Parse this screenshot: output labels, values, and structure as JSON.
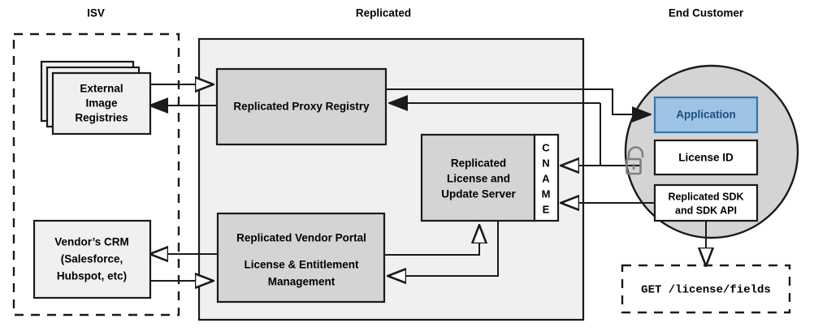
{
  "zones": {
    "isv": {
      "title": "ISV"
    },
    "replicated": {
      "title": "Replicated"
    },
    "end_customer": {
      "title": "End Customer"
    }
  },
  "nodes": {
    "external_image_registries": {
      "line1": "External",
      "line2": "Image",
      "line3": "Registries"
    },
    "vendors_crm": {
      "line1": "Vendor’s CRM",
      "line2": "(Salesforce,",
      "line3": "Hubspot, etc)"
    },
    "proxy_registry": {
      "line1": "Replicated Proxy Registry"
    },
    "license_update_server": {
      "line1": "Replicated",
      "line2": "License and",
      "line3": "Update Server"
    },
    "cname": {
      "letters": [
        "C",
        "N",
        "A",
        "M",
        "E"
      ]
    },
    "vendor_portal": {
      "line1": "Replicated Vendor Portal",
      "line2": "License & Entitlement",
      "line3": "Management"
    },
    "application": {
      "label": "Application"
    },
    "license_id": {
      "label": "License ID"
    },
    "replicated_sdk": {
      "line1": "Replicated SDK",
      "line2": "and SDK API"
    },
    "api_request": {
      "label": "GET /license/fields"
    },
    "lock": {
      "name": "unlocked-padlock"
    }
  },
  "colors": {
    "panel_fill": "#f0f0f0",
    "node_fill": "#d4d4d4",
    "white_fill": "#ffffff",
    "stroke": "#1a1a1a",
    "application_fill": "#9dc3e6",
    "application_stroke": "#2e75b6",
    "application_text": "#1f4e79",
    "circle_fill": "#d4d4d4",
    "lock_stroke": "#808080"
  }
}
